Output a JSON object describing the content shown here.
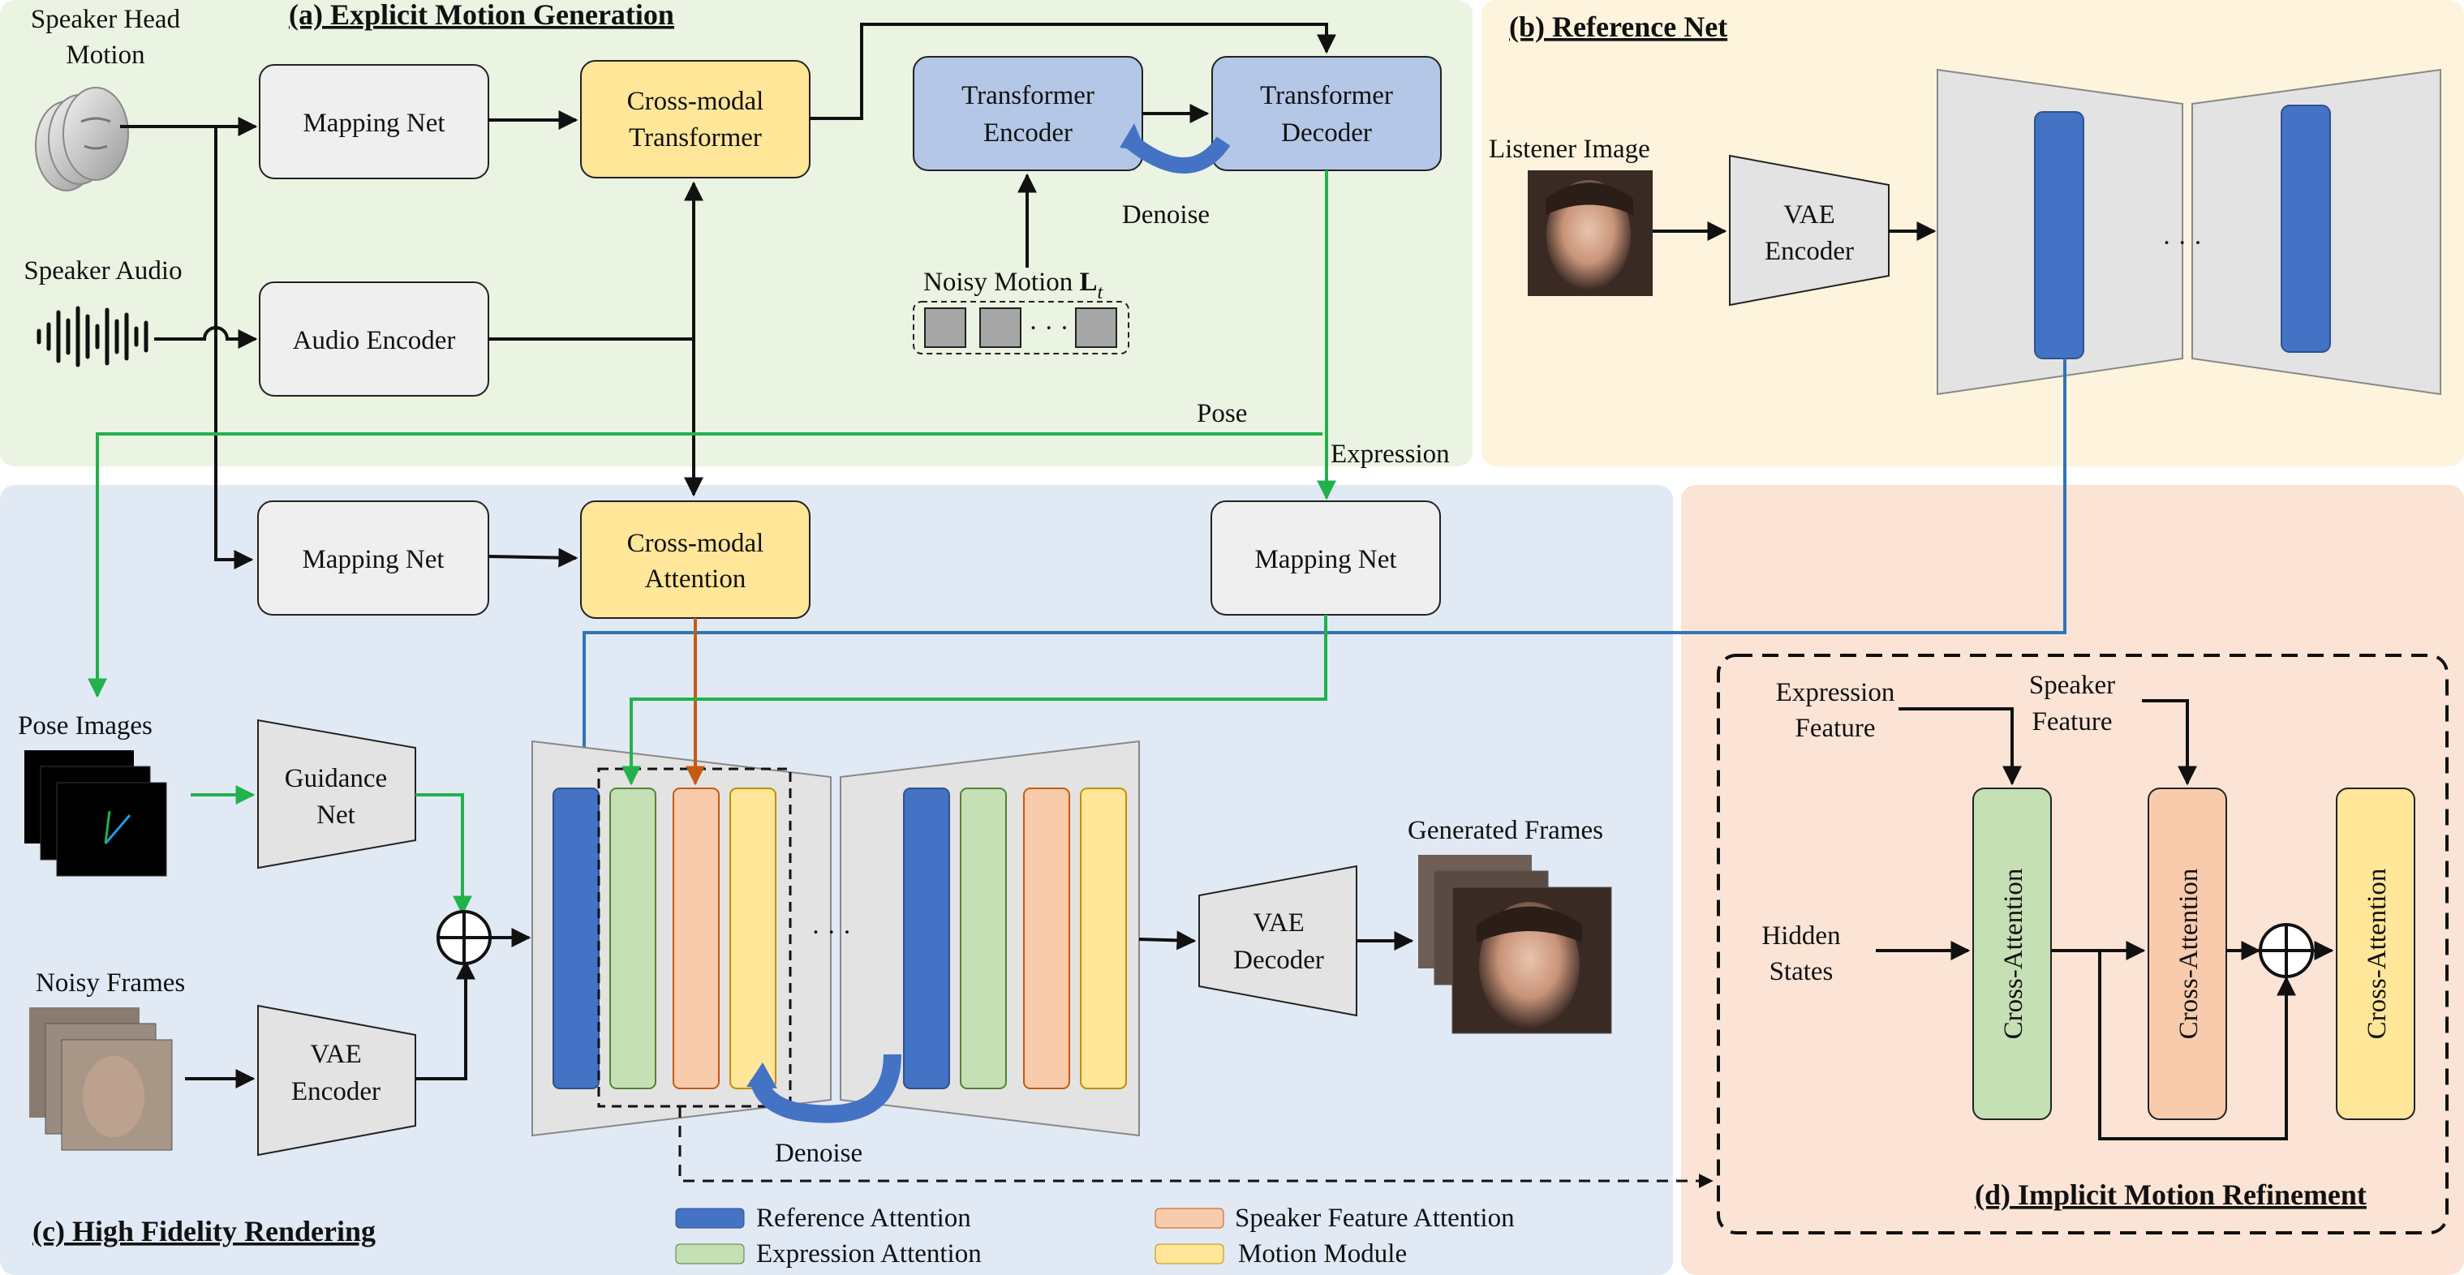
{
  "panels": {
    "a_title": "(a) Explicit Motion Generation",
    "b_title": "(b) Reference Net",
    "c_title": "(c) High Fidelity Rendering",
    "d_title": "(d) Implicit Motion Refinement"
  },
  "inputs": {
    "speaker_head_motion_1": "Speaker Head",
    "speaker_head_motion_2": "Motion",
    "speaker_audio": "Speaker Audio",
    "listener_image": "Listener Image",
    "pose_images": "Pose Images",
    "noisy_frames": "Noisy Frames",
    "generated_frames": "Generated Frames"
  },
  "blocks": {
    "mapping_net": "Mapping Net",
    "cross_modal_transformer_1": "Cross-modal",
    "cross_modal_transformer_2": "Transformer",
    "transformer_encoder_1": "Transformer",
    "transformer_encoder_2": "Encoder",
    "transformer_decoder_1": "Transformer",
    "transformer_decoder_2": "Decoder",
    "audio_encoder": "Audio Encoder",
    "noisy_motion": "Noisy Motion ",
    "noisy_motion_symbol": "L",
    "noisy_motion_sub": "t",
    "cross_modal_attention_1": "Cross-modal",
    "cross_modal_attention_2": "Attention",
    "vae": "VAE",
    "encoder": "Encoder",
    "decoder": "Decoder",
    "guidance_1": "Guidance",
    "guidance_2": "Net",
    "ellipsis": "· · ·"
  },
  "flows": {
    "denoise": "Denoise",
    "pose": "Pose",
    "expression": "Expression"
  },
  "refinement": {
    "expression_feature_1": "Expression",
    "expression_feature_2": "Feature",
    "speaker_feature_1": "Speaker",
    "speaker_feature_2": "Feature",
    "hidden_states_1": "Hidden",
    "hidden_states_2": "States",
    "cross_attention": "Cross-Attention"
  },
  "legend": [
    {
      "label": "Reference Attention",
      "color": "#4472c4"
    },
    {
      "label": "Expression Attention",
      "color": "#c5e0b4"
    },
    {
      "label": "Speaker Feature Attention",
      "color": "#f8cbad"
    },
    {
      "label": "Motion Module",
      "color": "#ffe699"
    }
  ],
  "colors": {
    "panel_a": "#ebf3e3",
    "panel_b": "#fef4dd",
    "panel_c": "#e1e9f5",
    "panel_d": "#fbe4d5",
    "gray_block": "#efefef",
    "yellow_block": "#ffe699",
    "blue_block": "#b4c7e7",
    "green_arrow": "#22b14c",
    "blue_arrow": "#2e75b6",
    "orange_arrow": "#c55a11"
  }
}
